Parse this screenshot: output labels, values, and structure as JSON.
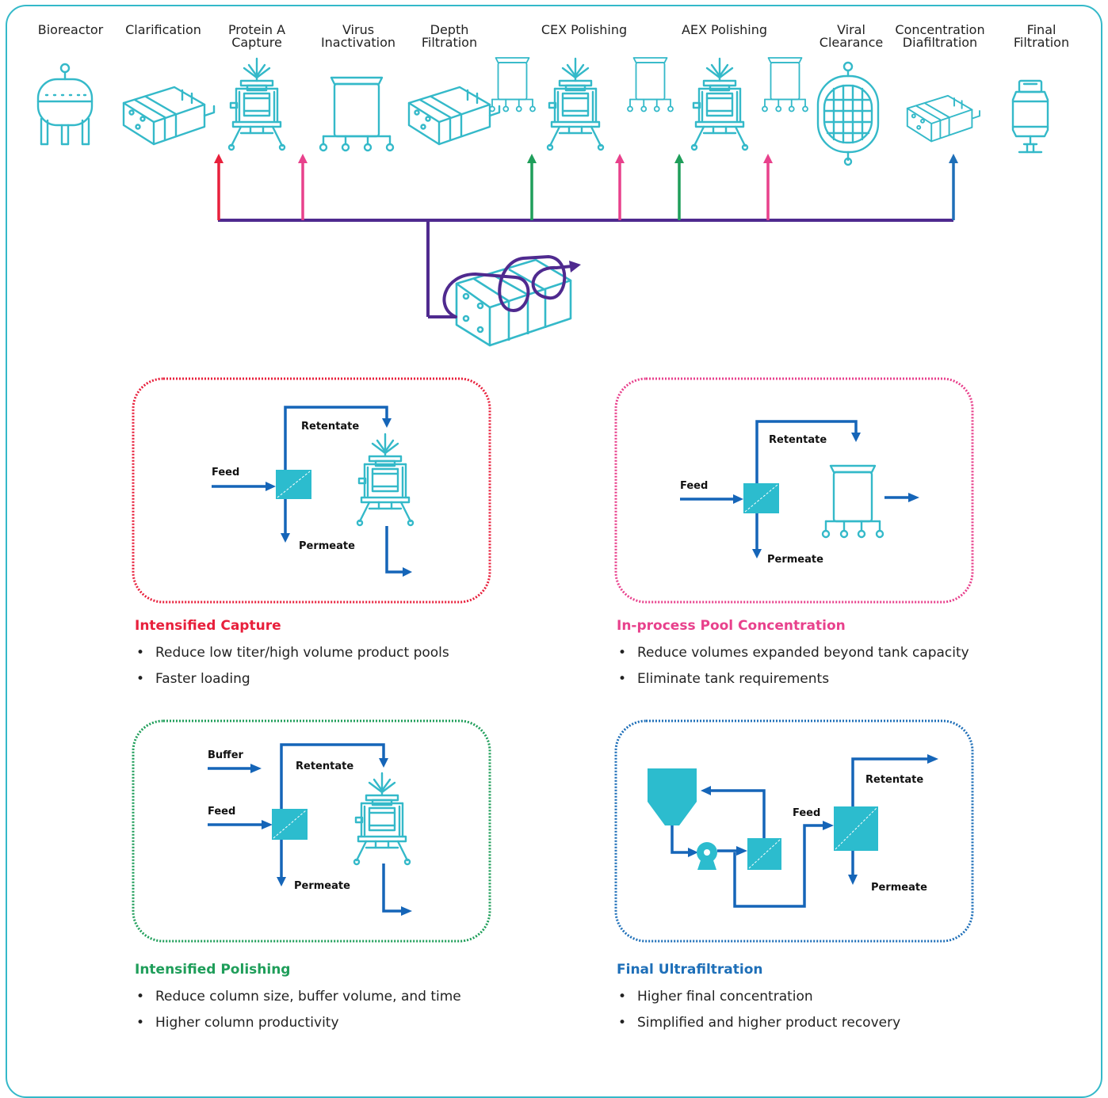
{
  "colors": {
    "teal": "#34b9c9",
    "red": "#e8203c",
    "pink": "#e8418c",
    "green": "#1f9e5a",
    "blue": "#1e6fb8",
    "purple": "#4f2a8f",
    "flow_blue": "#1565b8"
  },
  "steps": [
    {
      "line1": "Bioreactor",
      "line2": ""
    },
    {
      "line1": "Clarification",
      "line2": ""
    },
    {
      "line1": "Protein A",
      "line2": "Capture"
    },
    {
      "line1": "Virus",
      "line2": "Inactivation"
    },
    {
      "line1": "Depth",
      "line2": "Filtration"
    },
    {
      "line1": "CEX Polishing",
      "line2": ""
    },
    {
      "line1": "AEX Polishing",
      "line2": ""
    },
    {
      "line1": "Viral",
      "line2": "Clearance"
    },
    {
      "line1": "Concentration",
      "line2": "Diafiltration"
    },
    {
      "line1": "Final",
      "line2": "Filtration"
    }
  ],
  "icons": {
    "bioreactor": "bioreactor-icon",
    "tff": "tff-cassette-icon",
    "column": "chromatography-column-icon",
    "tank": "mobile-tank-icon",
    "viral": "viral-filter-icon",
    "final": "final-filter-capsule-icon"
  },
  "panels": {
    "capture": {
      "title": "Intensified Capture",
      "feed": "Feed",
      "retentate": "Retentate",
      "permeate": "Permeate",
      "bullets": [
        "Reduce low titer/high volume product pools",
        "Faster loading"
      ]
    },
    "pool": {
      "title": "In-process Pool Concentration",
      "feed": "Feed",
      "retentate": "Retentate",
      "permeate": "Permeate",
      "bullets": [
        "Reduce volumes expanded beyond tank capacity",
        "Eliminate tank requirements"
      ]
    },
    "polishing": {
      "title": "Intensified Polishing",
      "buffer": "Buffer",
      "feed": "Feed",
      "retentate": "Retentate",
      "permeate": "Permeate",
      "bullets": [
        "Reduce column size, buffer volume, and time",
        "Higher column productivity"
      ]
    },
    "final_uf": {
      "title": "Final Ultrafiltration",
      "feed": "Feed",
      "retentate": "Retentate",
      "permeate": "Permeate",
      "bullets": [
        "Higher final concentration",
        "Simplified and higher product recovery"
      ]
    }
  }
}
